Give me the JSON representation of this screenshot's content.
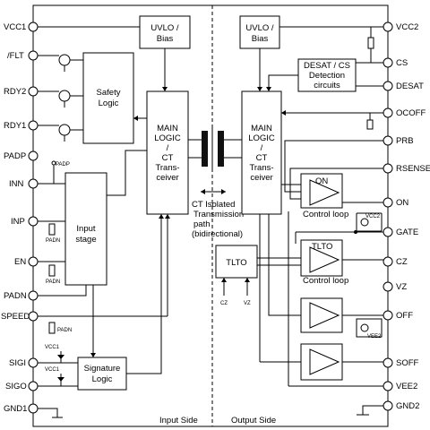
{
  "pins": {
    "left": {
      "vcc1": "VCC1",
      "flt": "/FLT",
      "rdy2": "RDY2",
      "rdy1": "RDY1",
      "padp": "PADP",
      "inn": "INN",
      "inp": "INP",
      "en": "EN",
      "padn": "PADN",
      "speed": "SPEED",
      "sigi": "SIGI",
      "sigo": "SIGO",
      "gnd1": "GND1"
    },
    "right": {
      "vcc2": "VCC2",
      "cs": "CS",
      "desat": "DESAT",
      "ocoff": "OCOFF",
      "prb": "PRB",
      "rsense": "RSENSE",
      "on": "ON",
      "gate": "GATE",
      "cz": "CZ",
      "vz": "VZ",
      "off": "OFF",
      "soff": "SOFF",
      "vee2": "VEE2",
      "gnd2": "GND2"
    }
  },
  "blocks": {
    "uvlo_left": [
      "UVLO /",
      "Bias"
    ],
    "uvlo_right": [
      "UVLO /",
      "Bias"
    ],
    "safety_logic": [
      "Safety",
      "Logic"
    ],
    "main_logic_left": [
      "MAIN",
      "LOGIC",
      "/",
      "CT",
      "Trans-",
      "ceiver"
    ],
    "main_logic_right": [
      "MAIN",
      "LOGIC",
      "/",
      "CT",
      "Trans-",
      "ceiver"
    ],
    "desat_detect": [
      "DESAT / CS",
      "Detection",
      "circuits"
    ],
    "input_stage": [
      "Input",
      "stage"
    ],
    "signature_logic": [
      "Signature",
      "Logic"
    ],
    "tlto_block": "TLTO",
    "on_amp_label": "ON",
    "tlto_amp_label": "TLTO",
    "control_loop_on": "Control loop",
    "control_loop_tlto": "Control loop"
  },
  "labels": {
    "transmission": [
      "CT Isolated",
      "Transmission",
      "path",
      "(bidirectional)"
    ],
    "input_side": "Input Side",
    "output_side": "Output Side",
    "cz_small": "CZ",
    "vz_small": "VZ",
    "padp_res": "PADP",
    "padn_res": "PADN",
    "padn_res2": "PADN",
    "padn_res3": "PADN",
    "vcc1_small_a": "VCC1",
    "vcc1_small_b": "VCC1",
    "vcc2_small": "VCC2",
    "vee2_small": "VEE2"
  }
}
